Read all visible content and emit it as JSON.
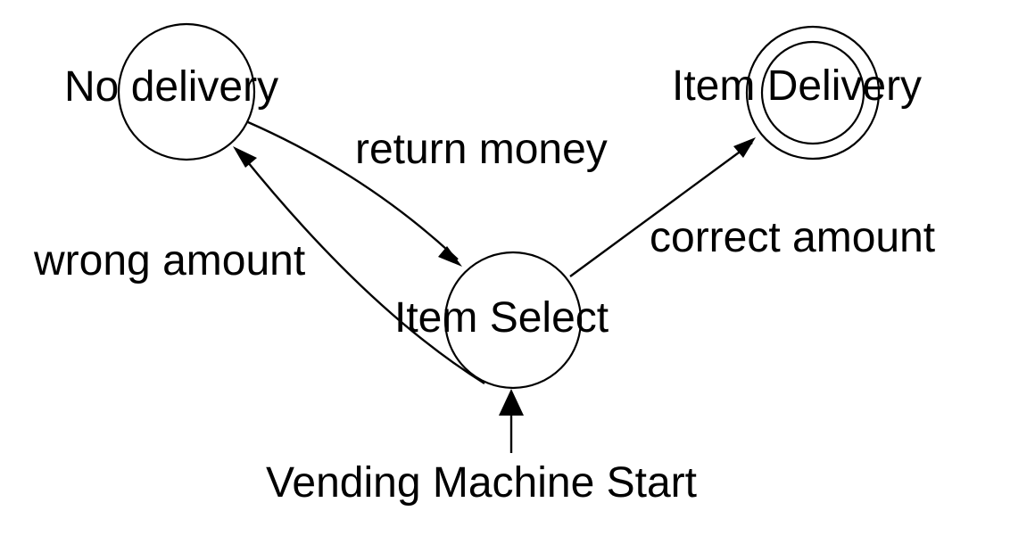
{
  "diagram": {
    "type": "state-machine",
    "title": "Vending Machine State Diagram",
    "background_color": "#ffffff",
    "stroke_color": "#000000",
    "states": [
      {
        "id": "no-delivery",
        "label": "No delivery",
        "shape": "circle",
        "final": false
      },
      {
        "id": "item-select",
        "label": "Item Select",
        "shape": "circle",
        "final": false
      },
      {
        "id": "item-delivery",
        "label": "Item Delivery",
        "shape": "double-circle",
        "final": true
      }
    ],
    "transitions": [
      {
        "id": "return-money",
        "label": "return money",
        "from": "no-delivery",
        "to": "item-select"
      },
      {
        "id": "wrong-amount",
        "label": "wrong amount",
        "from": "item-select",
        "to": "no-delivery"
      },
      {
        "id": "correct-amount",
        "label": "correct amount",
        "from": "item-select",
        "to": "item-delivery"
      }
    ],
    "start": {
      "id": "vending-machine-start",
      "label": "Vending Machine Start",
      "to": "item-select"
    }
  }
}
